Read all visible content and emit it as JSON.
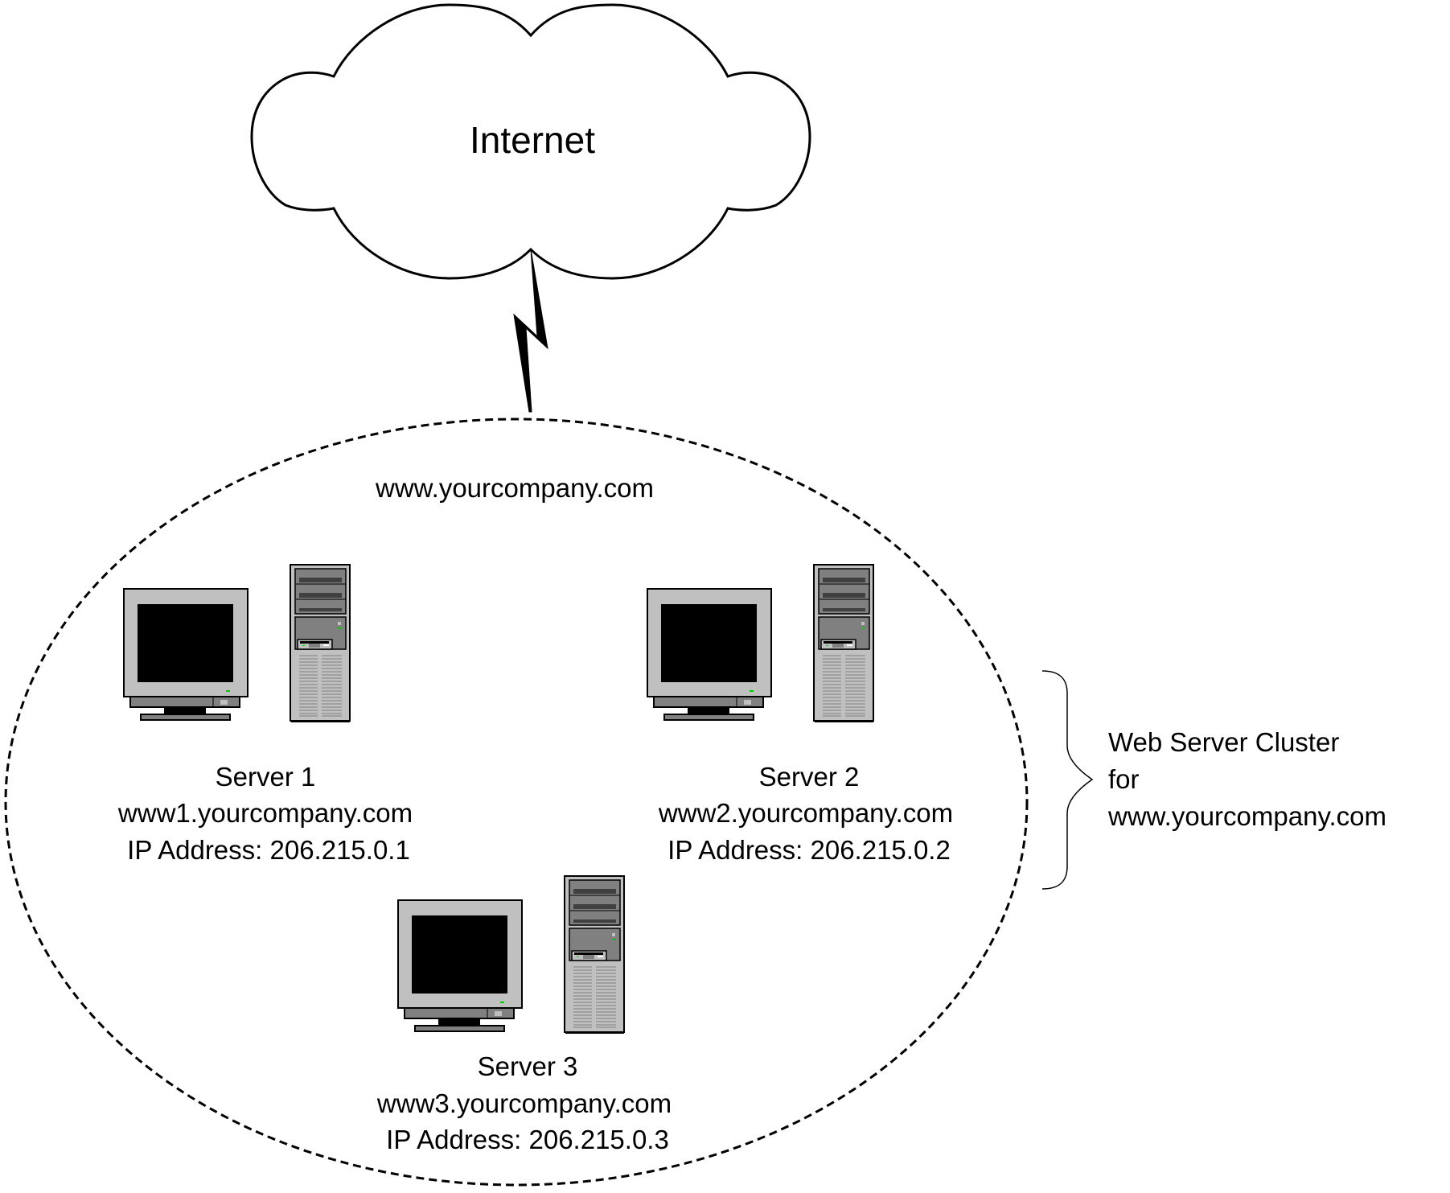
{
  "cloud": {
    "label": "Internet"
  },
  "cluster": {
    "domain_label": "www.yourcompany.com",
    "annotation": {
      "lines": [
        "Web Server Cluster",
        "for",
        "www.yourcompany.com"
      ]
    }
  },
  "servers": [
    {
      "name": "Server 1",
      "hostname": "www1.yourcompany.com",
      "ip_label": "IP Address: 206.215.0.1"
    },
    {
      "name": "Server 2",
      "hostname": "www2.yourcompany.com",
      "ip_label": "IP Address: 206.215.0.2"
    },
    {
      "name": "Server 3",
      "hostname": "www3.yourcompany.com",
      "ip_label": "IP Address: 206.215.0.3"
    }
  ],
  "colors": {
    "line": "#000000",
    "case_light": "#c0c0c0",
    "case_dark": "#808080",
    "screen": "#000000",
    "led": "#00cc00",
    "background": "#ffffff"
  }
}
